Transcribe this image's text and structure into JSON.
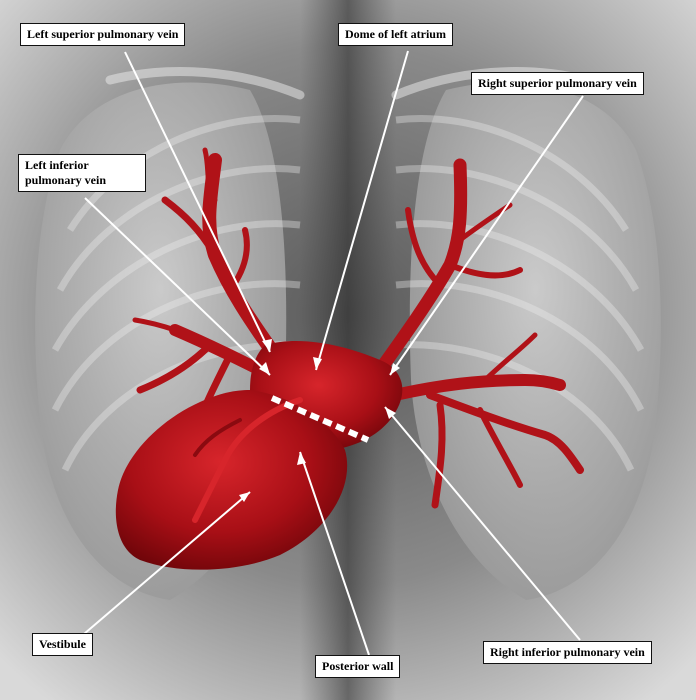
{
  "labels": {
    "left_superior": "Left superior pulmonary vein",
    "dome": "Dome of left atrium",
    "right_superior": "Right superior pulmonary vein",
    "left_inferior_line1": "Left inferior",
    "left_inferior_line2": "pulmonary vein",
    "vestibule": "Vestibule",
    "posterior_wall": "Posterior wall",
    "right_inferior": "Right inferior pulmonary vein"
  },
  "colors": {
    "heart": "#b01218",
    "heart_highlight": "#d7252b",
    "leader_lines": "#ffffff",
    "ablation_line": "#ffffff"
  }
}
